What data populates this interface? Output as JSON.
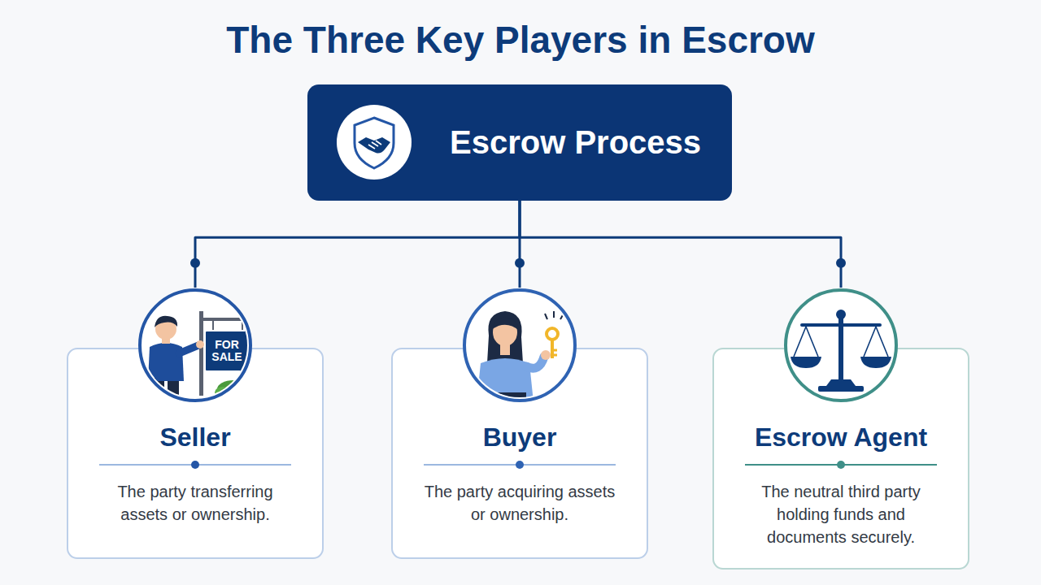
{
  "diagram": {
    "title": "The Three Key Players in Escrow",
    "nodes": [
      {
        "text": [
          "Escrow Process"
        ]
      },
      {
        "text": [
          "Seller",
          "The party transferring assets or ownership."
        ]
      },
      {
        "text": [
          "Buyer",
          "The party acquiring assets or ownership."
        ]
      },
      {
        "text": [
          "Escrow Agent",
          "The neutral third party holding funds and documents securely."
        ]
      }
    ],
    "edges": [
      {
        "from": 0,
        "to": 1,
        "arrow": "none"
      },
      {
        "from": 0,
        "to": 2,
        "arrow": "none"
      },
      {
        "from": 0,
        "to": 3,
        "arrow": "none"
      }
    ],
    "labels": [
      "FOR SALE"
    ]
  }
}
